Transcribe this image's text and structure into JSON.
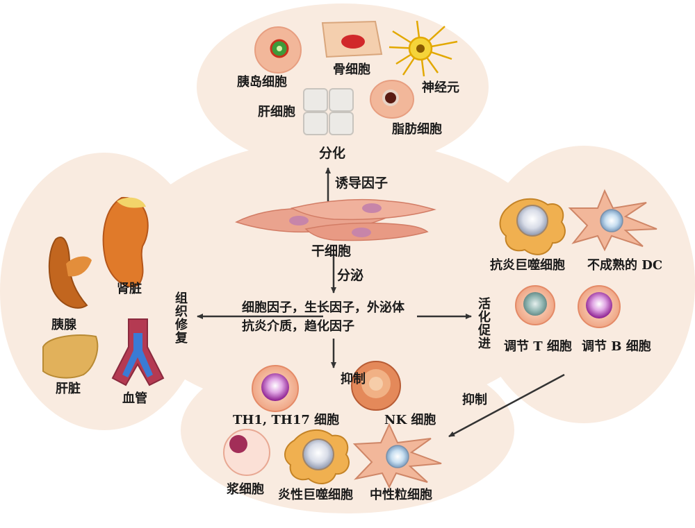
{
  "colors": {
    "background_blob": "#f9ebe0",
    "arrow": "#333333",
    "stem_cell": "#eaa38e"
  },
  "top_cells": {
    "islet": "胰岛细胞",
    "bone": "骨细胞",
    "neuron": "神经元",
    "liver_cell": "肝细胞",
    "fat": "脂肪细胞"
  },
  "center": {
    "differentiation": "分化",
    "inducing_factor": "诱导因子",
    "stem_cell": "干细胞",
    "secretion": "分泌",
    "factors_line1": "细胞因子，生长因子，外泌体",
    "factors_line2": "抗炎介质，趋化因子"
  },
  "left": {
    "tissue_repair": "组织修复",
    "kidney": "肾脏",
    "pancreas": "胰腺",
    "liver": "肝脏",
    "blood_vessel": "血管"
  },
  "right": {
    "activate_promote": "活化促进",
    "anti_inflammatory_macrophage": "抗炎巨噬细胞",
    "immature_dc": "不成熟的 DC",
    "regulatory_t": "调节 T 细胞",
    "regulatory_b": "调节 B 细胞"
  },
  "bottom": {
    "inhibit_center": "抑制",
    "inhibit_right": "抑制",
    "th_cells": "TH1, TH17 细胞",
    "nk_cells": "NK 细胞",
    "plasma_cells": "浆细胞",
    "inflammatory_macrophage": "炎性巨噬细胞",
    "neutrophils": "中性粒细胞"
  }
}
